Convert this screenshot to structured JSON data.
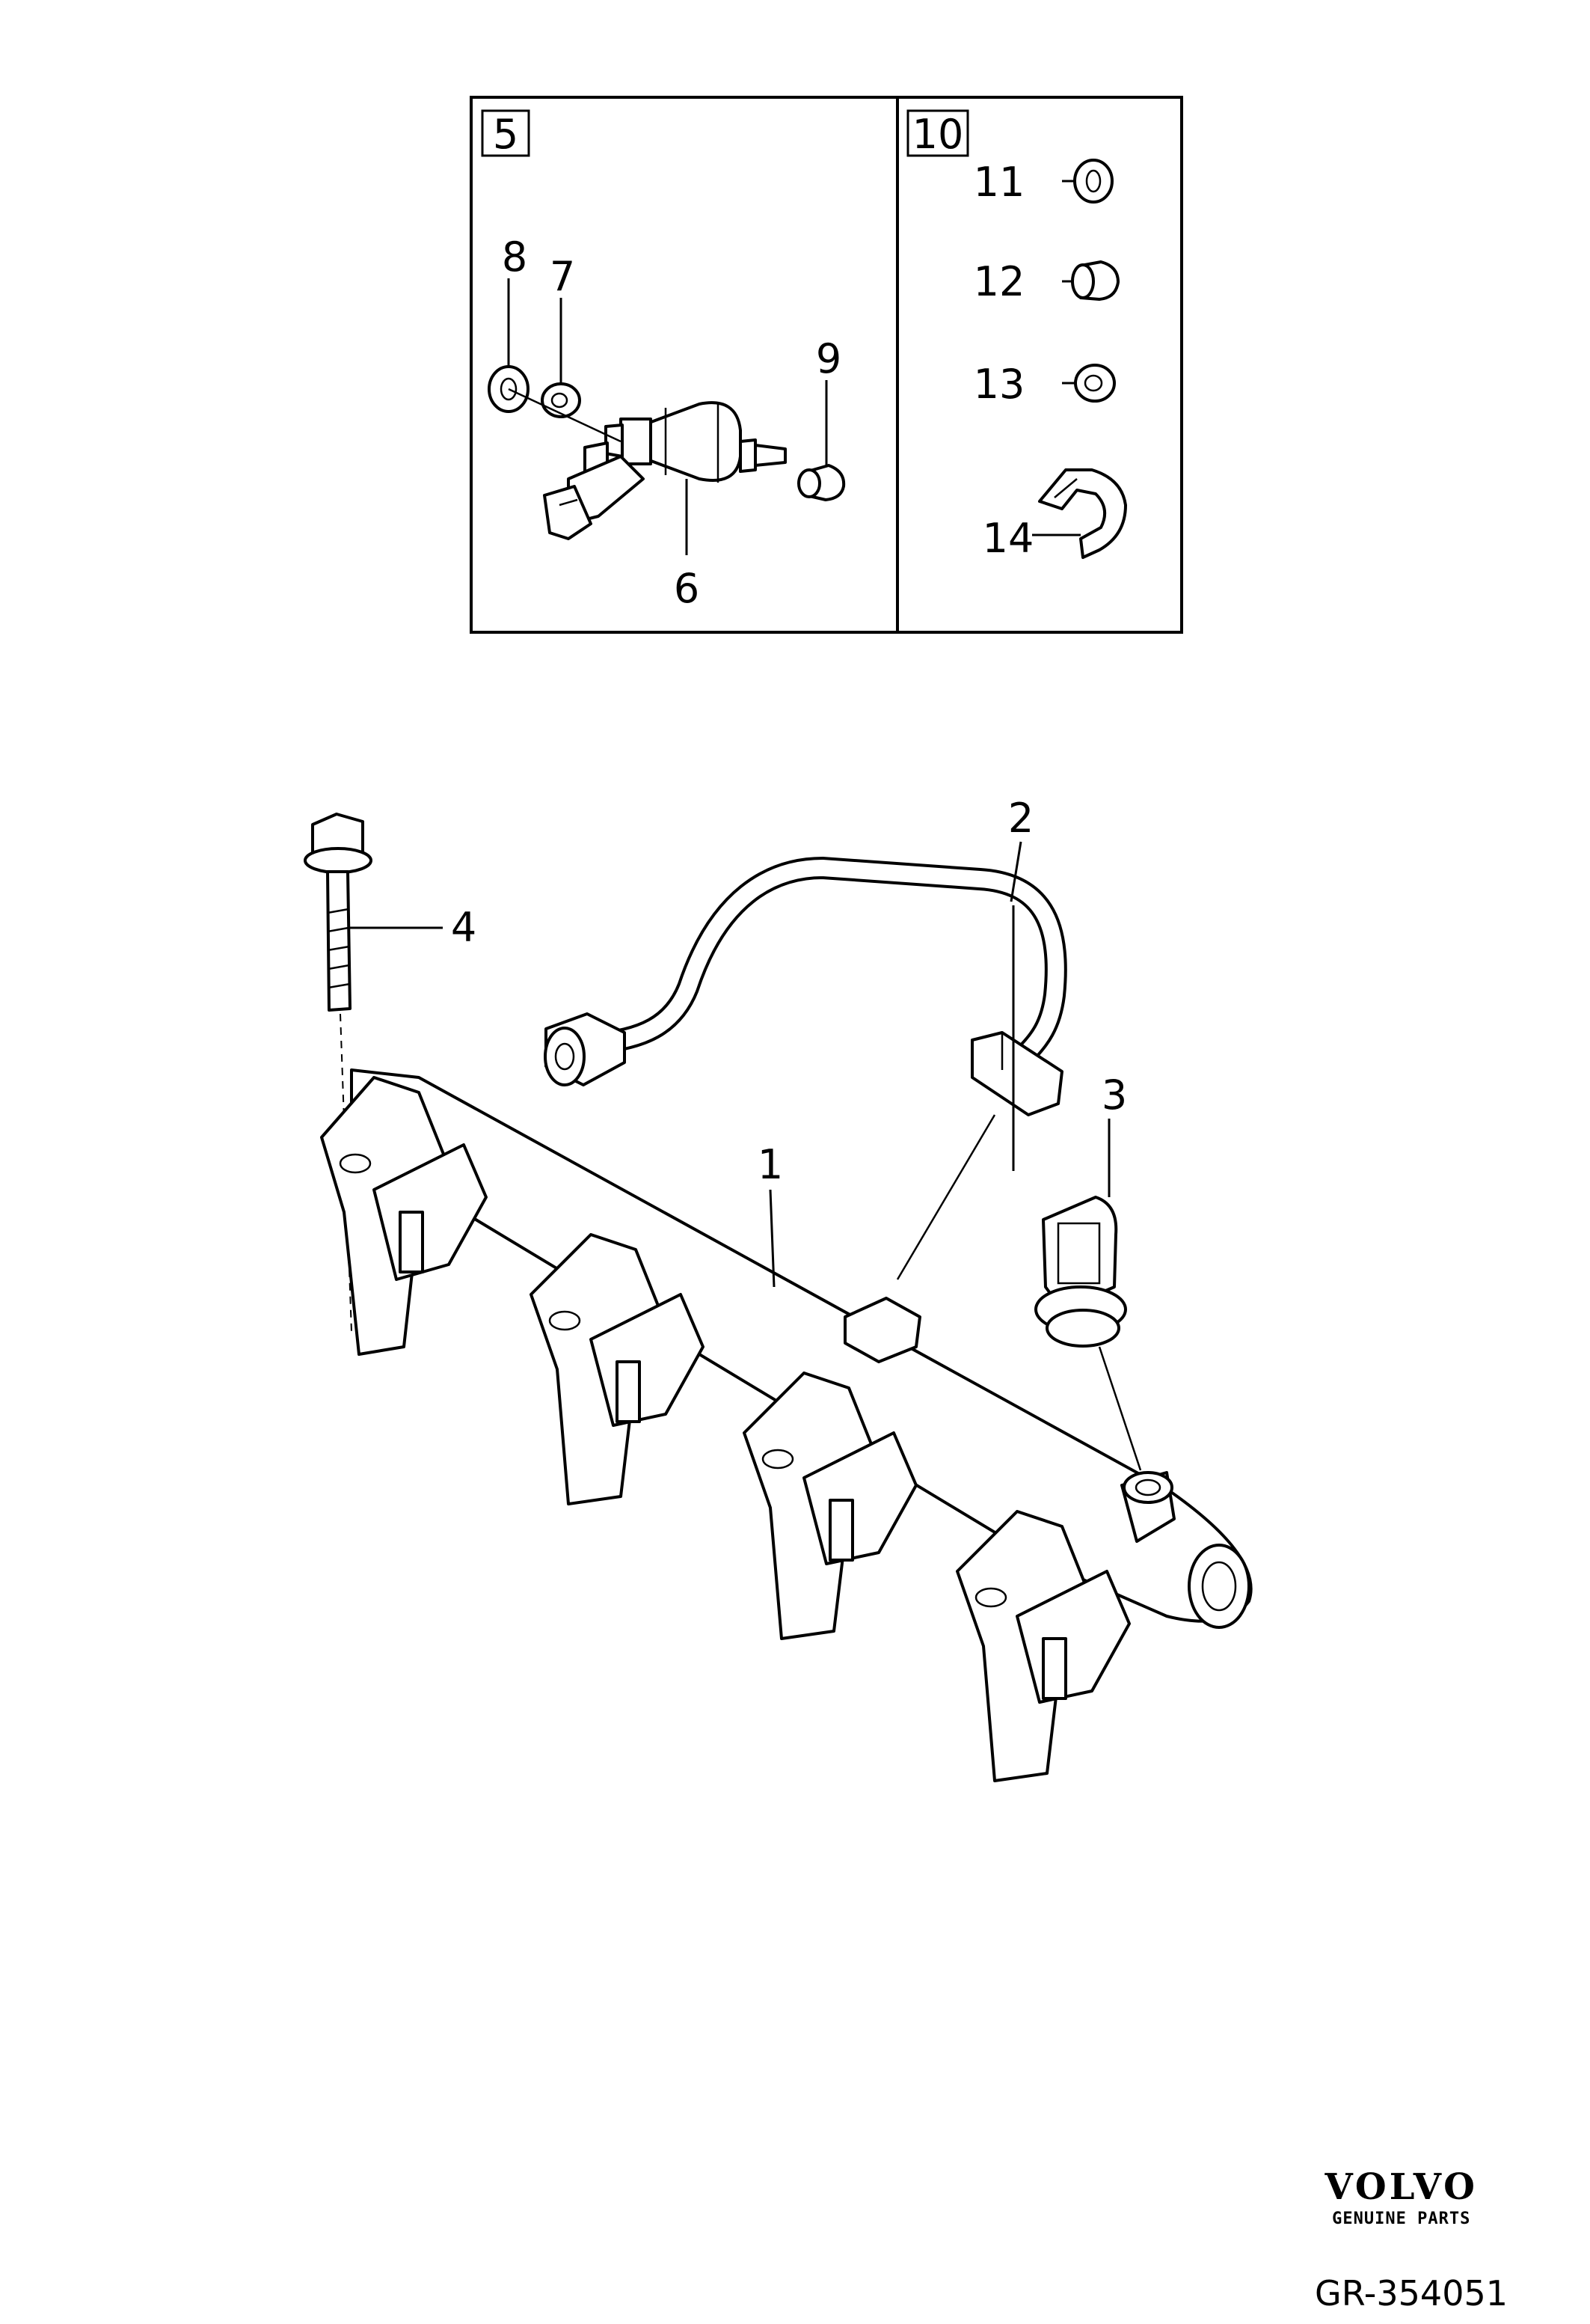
{
  "labels": {
    "box_a": "5",
    "box_b": "10",
    "p1": "1",
    "p2": "2",
    "p3": "3",
    "p4": "4",
    "p6": "6",
    "p7": "7",
    "p8": "8",
    "p9": "9",
    "p11": "11",
    "p12": "12",
    "p13": "13",
    "p14": "14"
  },
  "brand": {
    "logo": "VOLVO",
    "sub": "GENUINE PARTS"
  },
  "ref": "GR-354051"
}
